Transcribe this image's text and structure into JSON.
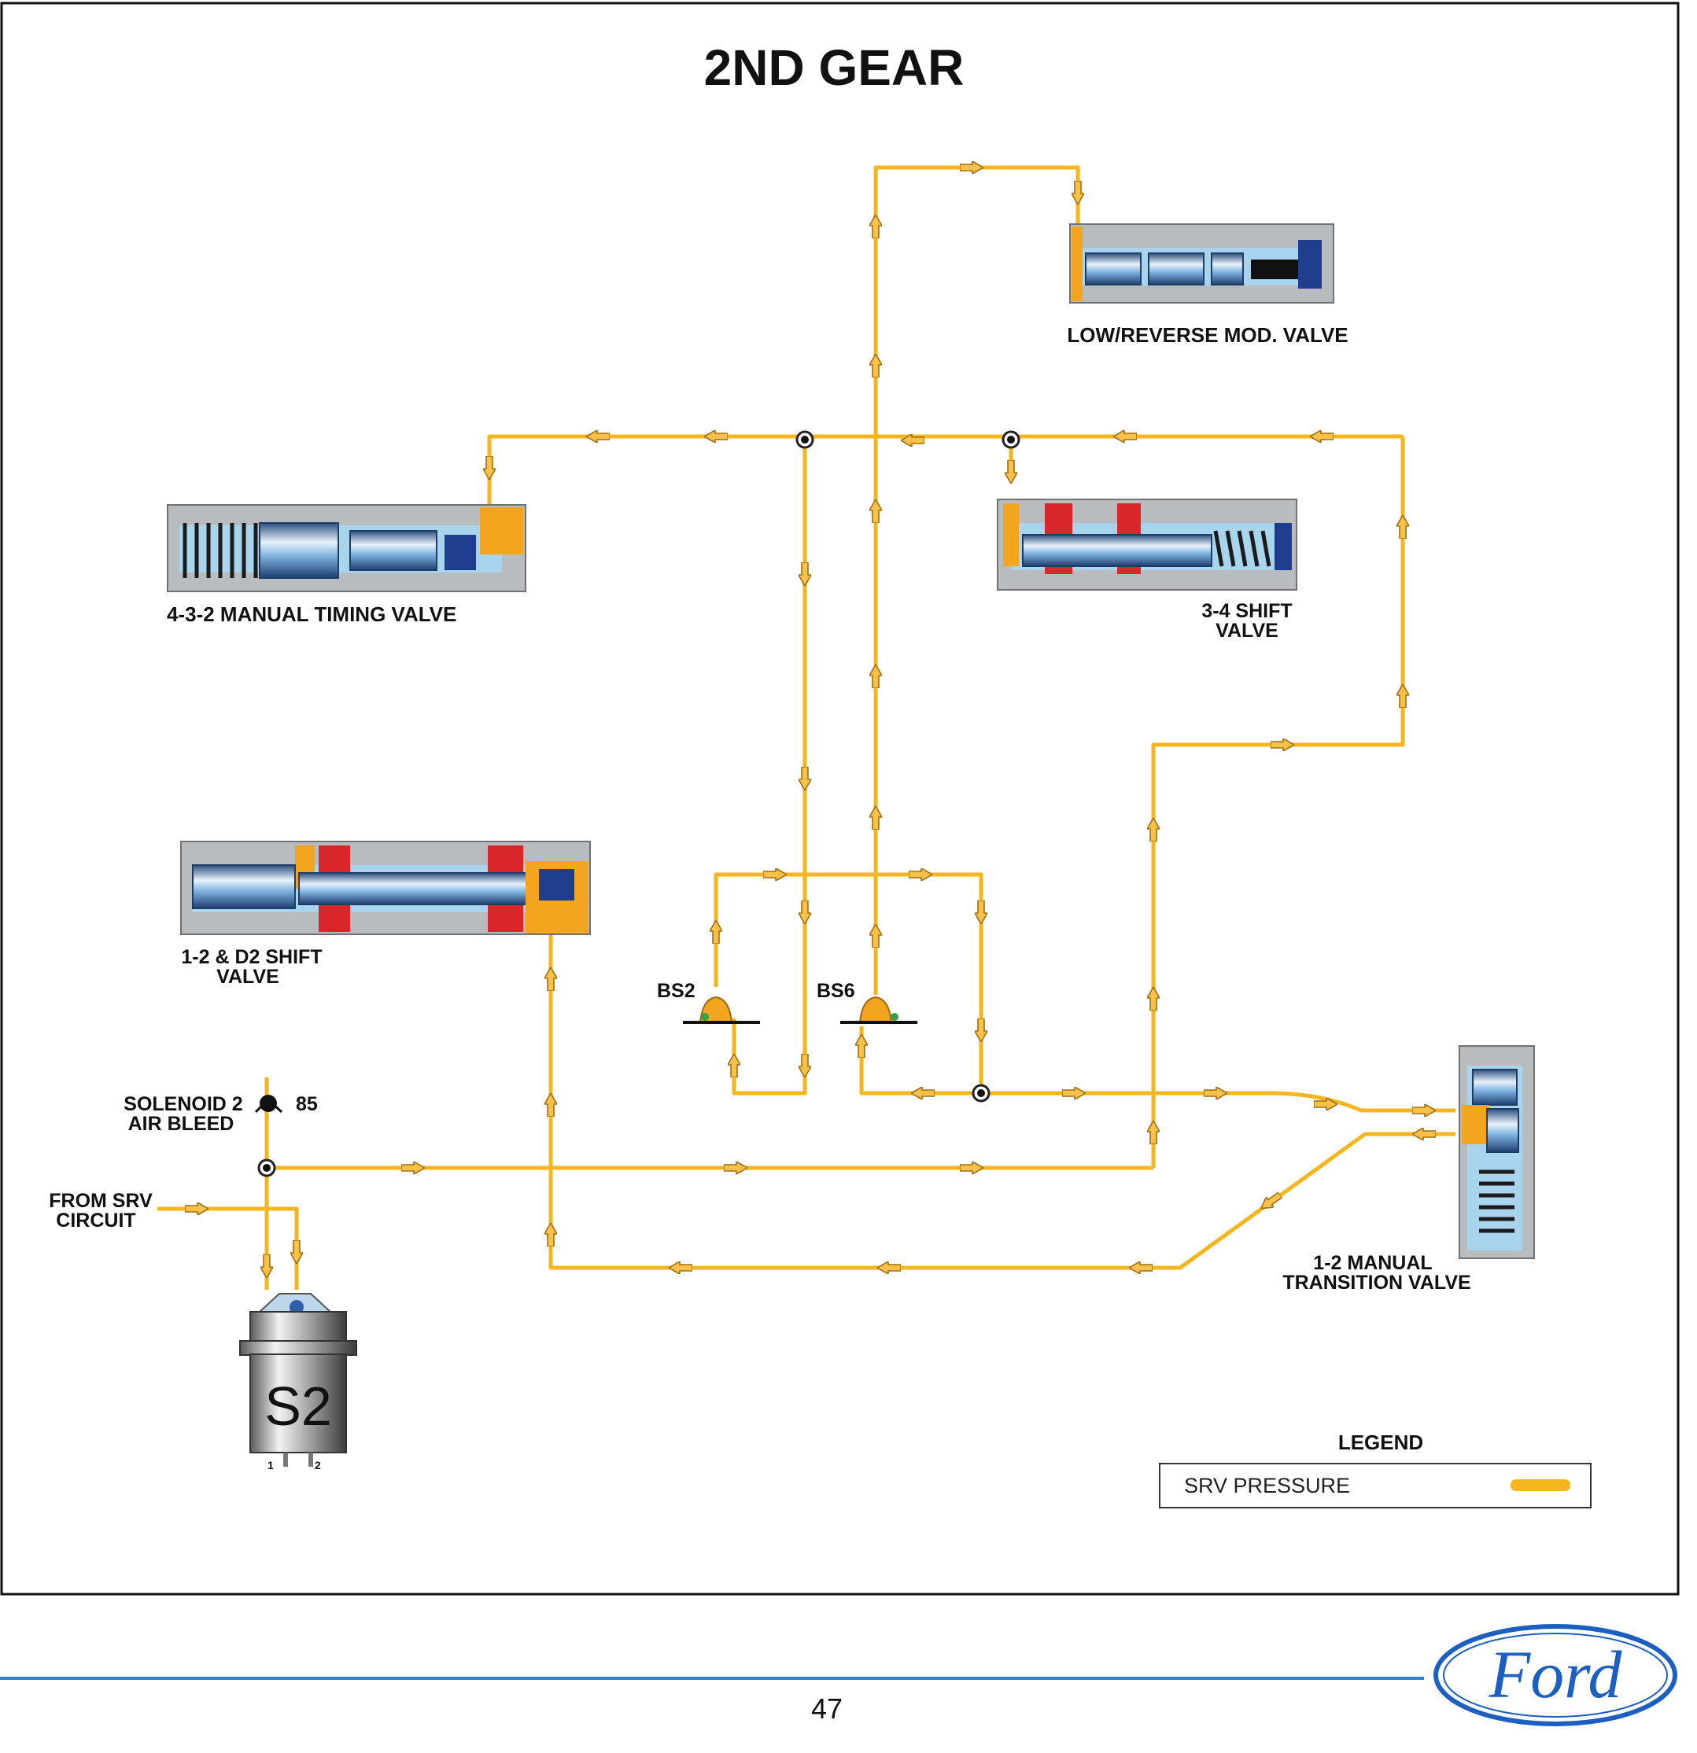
{
  "title": "2ND GEAR",
  "valves": {
    "low_reverse_mod": "LOW/REVERSE MOD. VALVE",
    "manual_timing": "4-3-2 MANUAL TIMING VALVE",
    "shift_34_line1": "3-4 SHIFT",
    "shift_34_line2": "VALVE",
    "shift_12_line1": "1-2 & D2 SHIFT",
    "shift_12_line2": "VALVE",
    "transition_line1": "1-2 MANUAL",
    "transition_line2": "TRANSITION VALVE"
  },
  "ball_checks": {
    "bs2": "BS2",
    "bs6": "BS6"
  },
  "solenoid": {
    "air_bleed_line1": "SOLENOID 2",
    "air_bleed_line2": "AIR BLEED",
    "bleed_number": "85",
    "label": "S2",
    "pin1": "1",
    "pin2": "2"
  },
  "source": {
    "line1": "FROM SRV",
    "line2": "CIRCUIT"
  },
  "legend": {
    "title": "LEGEND",
    "items": [
      {
        "label": "SRV PRESSURE",
        "color": "#f5b51c"
      }
    ]
  },
  "footer": {
    "page_number": "47",
    "logo_text": "Ford",
    "rule_color": "#2f7fd0",
    "logo_color": "#1c5fc0"
  }
}
